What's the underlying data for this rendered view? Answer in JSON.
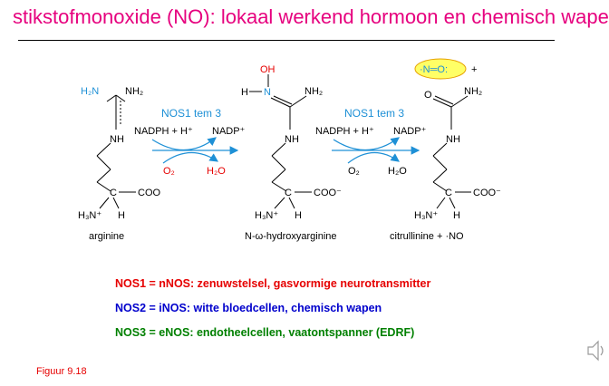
{
  "slide": {
    "title": "stikstofmonoxide (NO): lokaal werkend hormoon en chemisch wapen",
    "caption": "Figuur 9.18"
  },
  "scheme": {
    "arginine": {
      "h2n_left": "H₂N",
      "nh2_right": "NH₂",
      "nh": "NH",
      "coo": "COO",
      "h3n": "H₃N⁺",
      "h": "H",
      "c": "C",
      "name": "arginine"
    },
    "intermediate": {
      "oh": "OH",
      "h_left": "H",
      "n_eq": "N",
      "nh2": "NH₂",
      "nh": "NH",
      "coo": "COO⁻",
      "h3n": "H₃N⁺",
      "h": "H",
      "c": "C",
      "name": "N-ω-hydroxyarginine"
    },
    "product": {
      "no_radical": "·N═O:",
      "plus": "+",
      "o": "O",
      "nh2": "NH₂",
      "nh": "NH",
      "coo": "COO⁻",
      "h3n": "H₃N⁺",
      "h": "H",
      "c": "C",
      "name": "citrullinine  + ·NO"
    },
    "step1": {
      "enzyme": "NOS1 tem 3",
      "cofactor_in": "NADPH + H⁺",
      "cofactor_out": "NADP⁺",
      "o2": "O₂",
      "h2o": "H₂O"
    },
    "step2": {
      "enzyme": "NOS1 tem 3",
      "cofactor_in": "NADPH + H⁺",
      "cofactor_out": "NADP⁺",
      "o2": "O₂",
      "h2o": "H₂O"
    }
  },
  "legend": [
    {
      "text": "NOS1  =  nNOS:  zenuwstelsel, gasvormige neurotransmitter",
      "color": "#e60000"
    },
    {
      "text": "NOS2  =  iNOS:  witte bloedcellen, chemisch wapen",
      "color": "#0000cc"
    },
    {
      "text": "NOS3  =  eNOS:  endotheelcellen, vaatontspanner (EDRF)",
      "color": "#008000"
    }
  ],
  "colors": {
    "title": "#e6007e",
    "arrow_blue": "#1e90d6",
    "red": "#e60000",
    "highlight": "#ffff66"
  },
  "icons": [
    "speaker-icon"
  ]
}
